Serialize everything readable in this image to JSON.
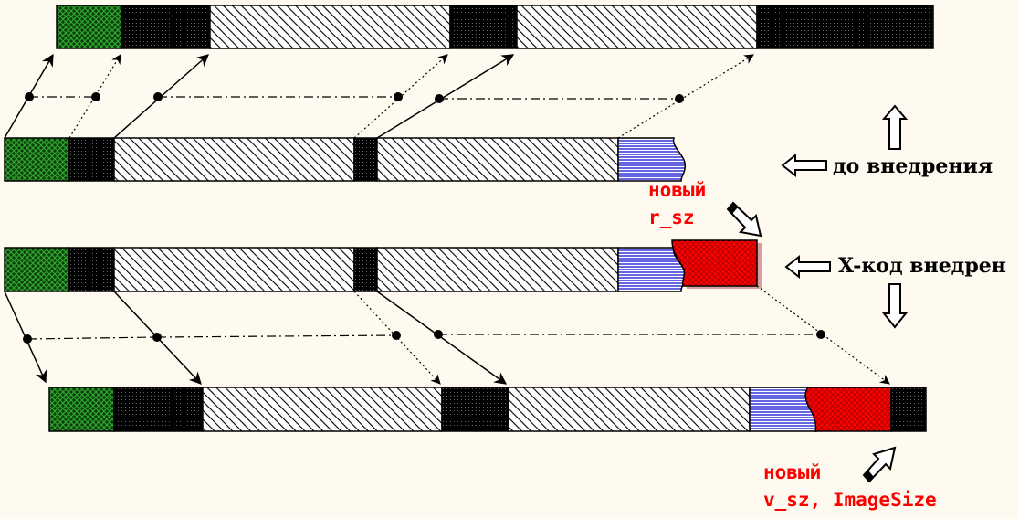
{
  "labels": {
    "before": "до внедрения",
    "after": "X-код внедрен",
    "new_r_sz_line1": "новый",
    "new_r_sz_line2": "r_sz",
    "new_v_sz_line1": "новый",
    "new_v_sz_line2": "v_sz, ImageSize"
  },
  "colors": {
    "background": "#fffaf0",
    "green": "#1e7a1e",
    "red": "#ff0000",
    "blue": "#0000cc"
  }
}
